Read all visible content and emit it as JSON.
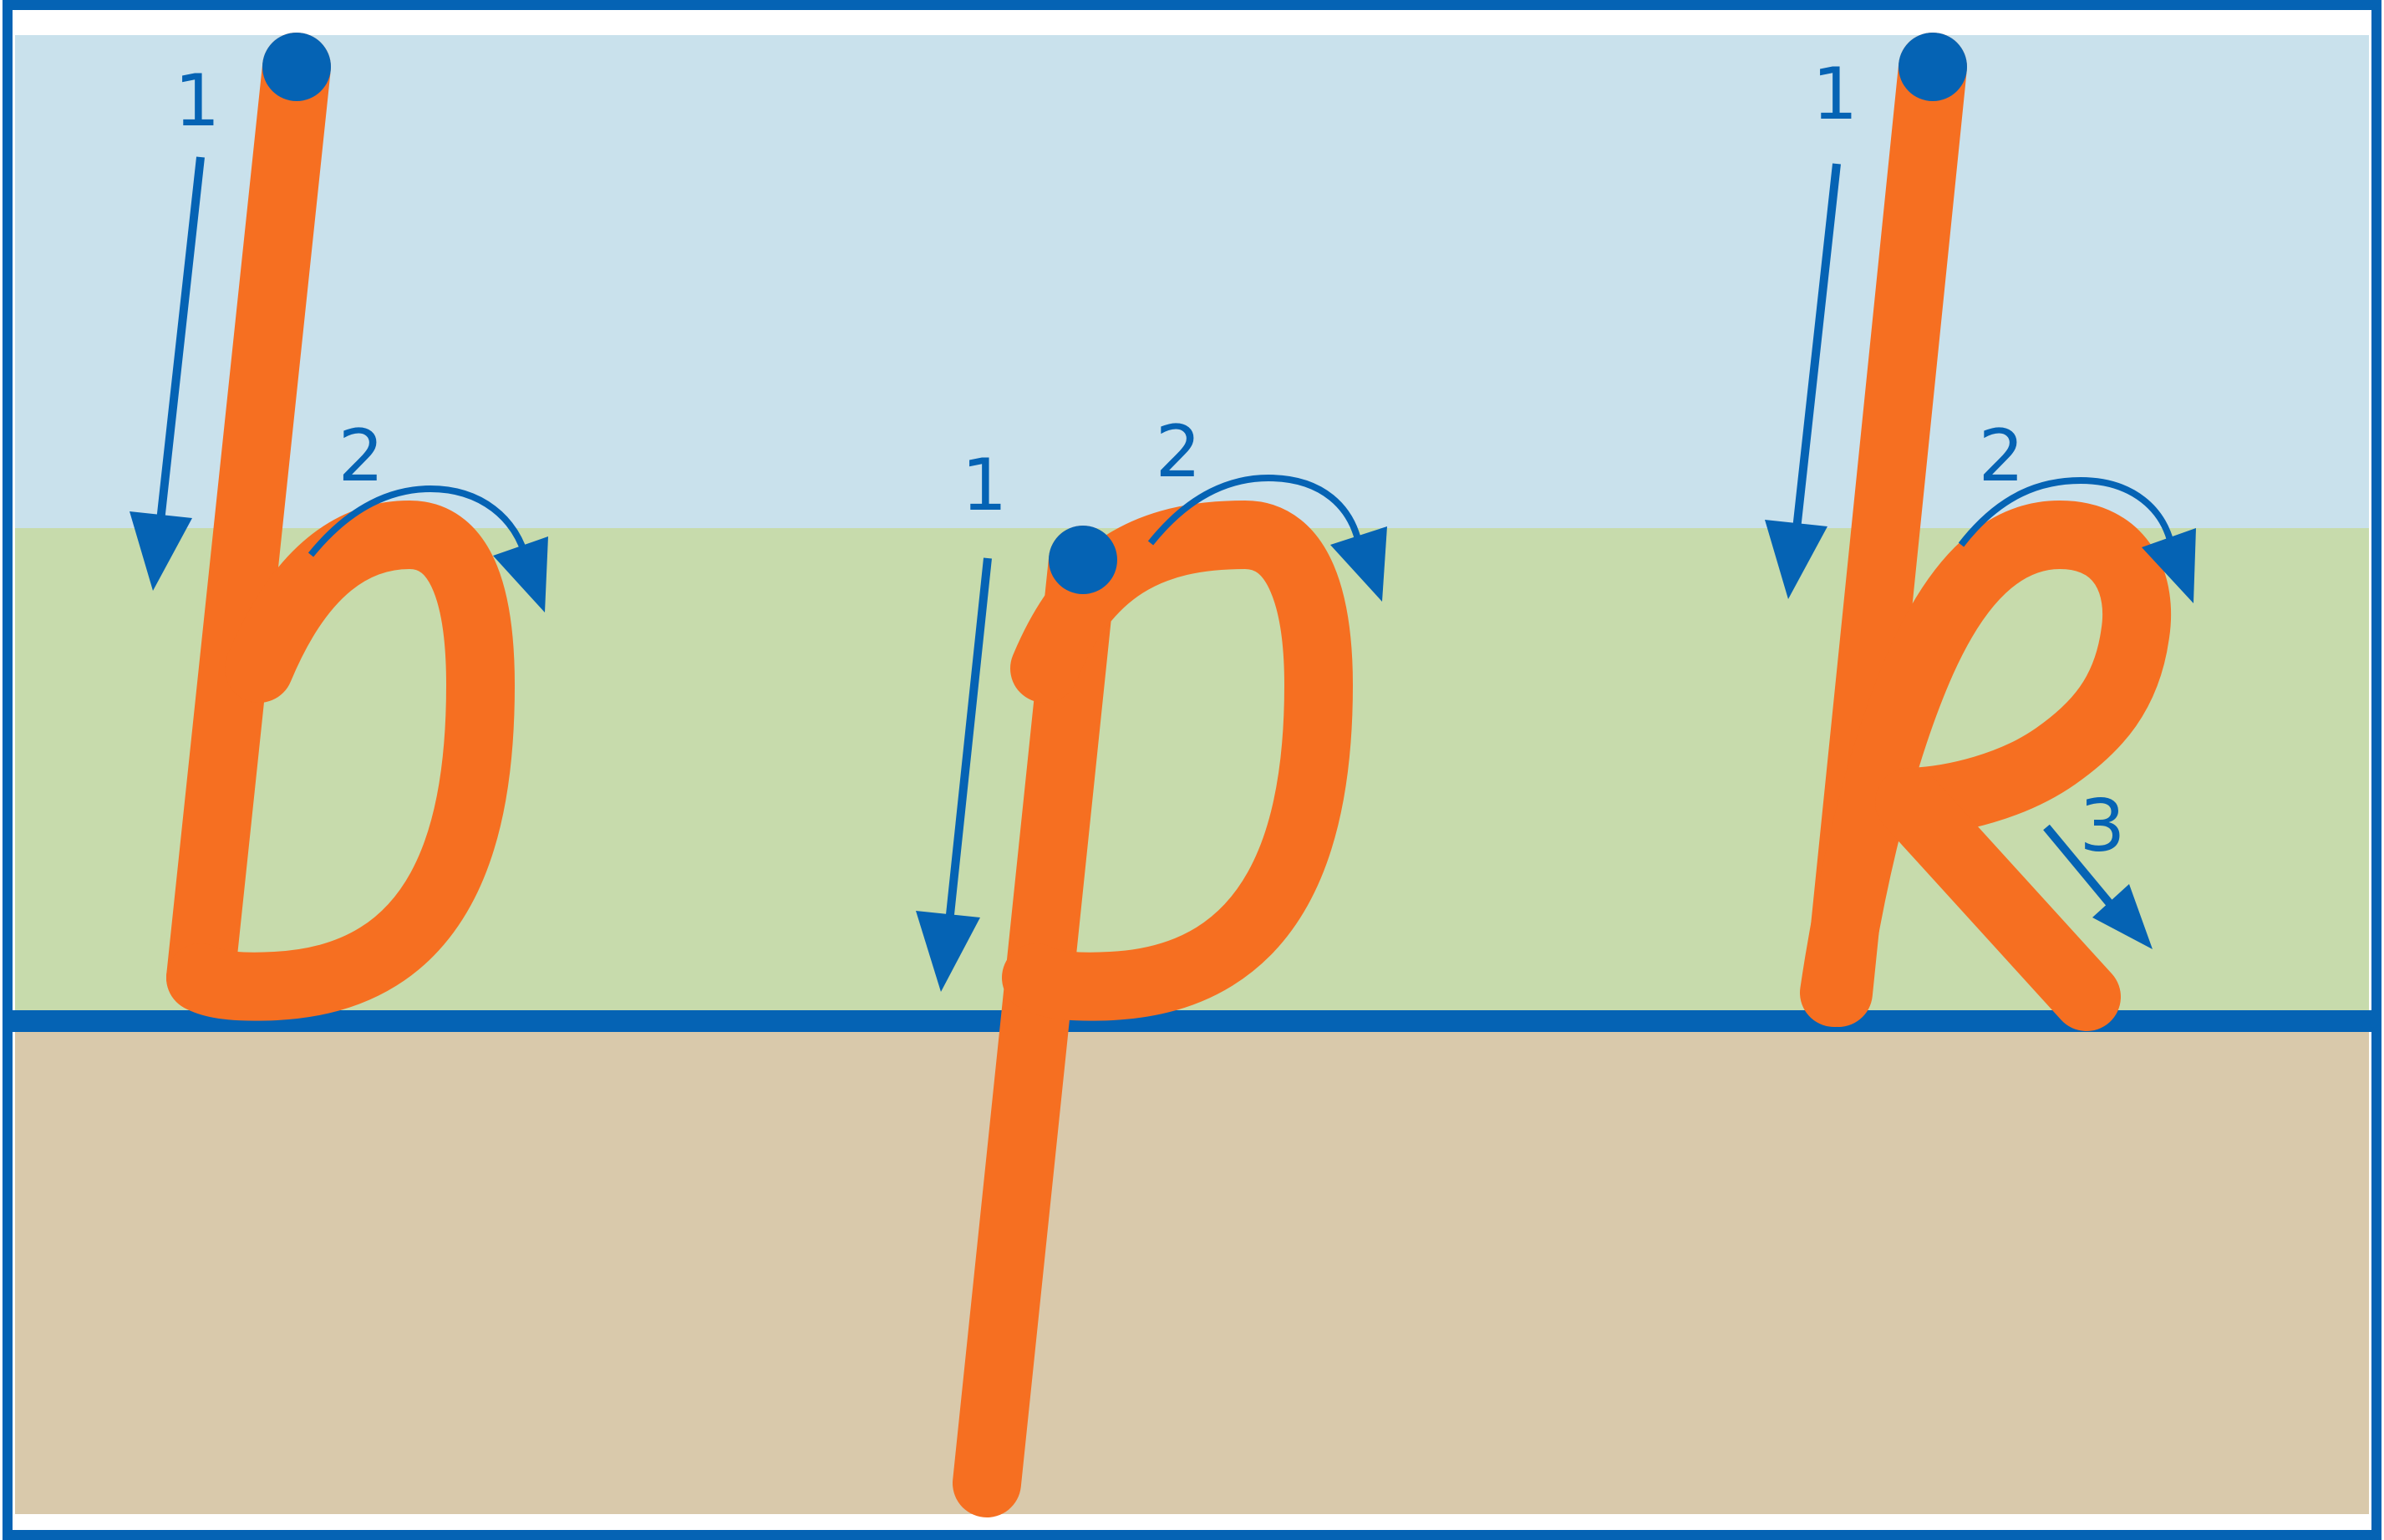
{
  "colors": {
    "frame": "#0563b4",
    "ascender_zone": "#c9e1ec",
    "x_height_zone": "#c7dbac",
    "descender_zone": "#d9c9ab",
    "letter_stroke": "#f66f21",
    "start_dot": "#0563b4",
    "arrow": "#0563b4"
  },
  "letters": [
    {
      "id": "b",
      "steps": [
        "1",
        "2"
      ]
    },
    {
      "id": "p",
      "steps": [
        "1",
        "2"
      ]
    },
    {
      "id": "k",
      "steps": [
        "1",
        "2",
        "3"
      ]
    }
  ]
}
